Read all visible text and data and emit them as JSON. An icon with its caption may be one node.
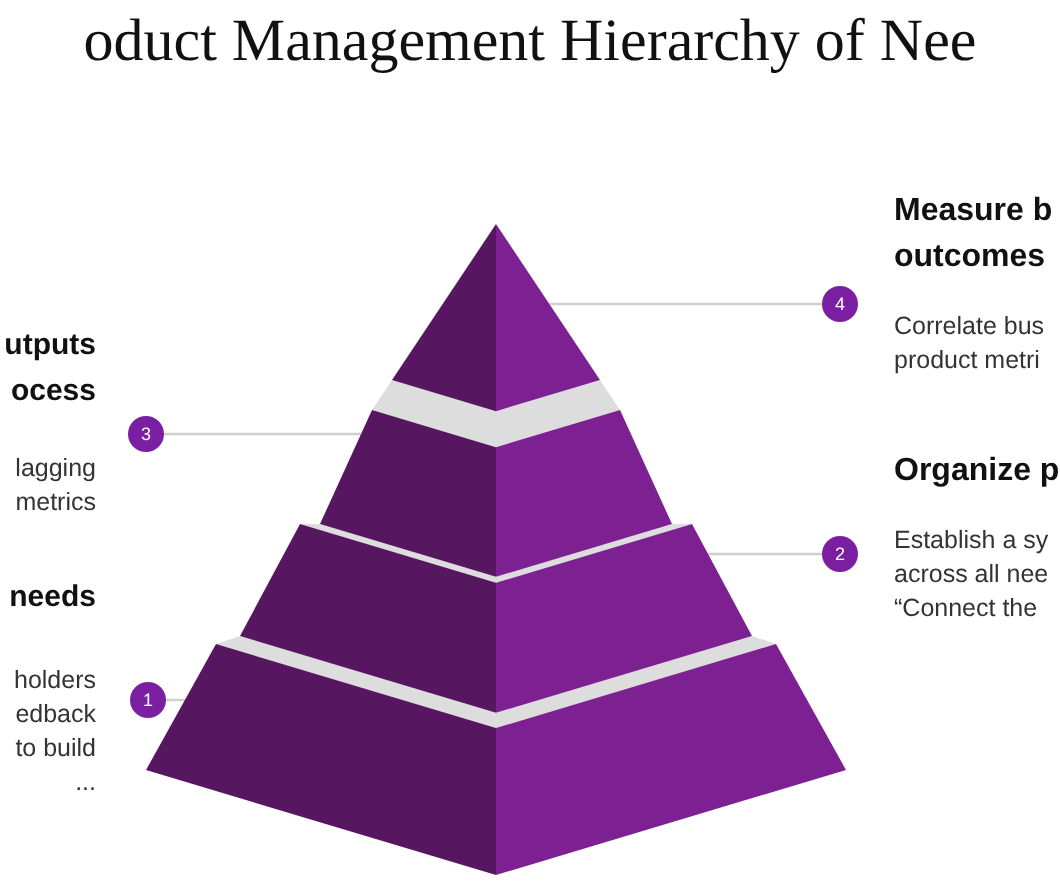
{
  "diagram": {
    "title": "oduct Management Hierarchy of Nee",
    "nodes": [
      {
        "text": [],
        "shape": "triangle"
      },
      {
        "text": [],
        "shape": "trapezoid"
      },
      {
        "text": [],
        "shape": "trapezoid"
      },
      {
        "text": [],
        "shape": "trapezoid"
      },
      {
        "text": [
          "4"
        ]
      },
      {
        "text": [
          "3"
        ]
      },
      {
        "text": [
          "2"
        ]
      },
      {
        "text": [
          "1"
        ]
      }
    ],
    "edges": [
      {
        "from": 4,
        "to": 0,
        "arrow": "none"
      },
      {
        "from": 5,
        "to": 1,
        "arrow": "none"
      },
      {
        "from": 6,
        "to": 2,
        "arrow": "none"
      },
      {
        "from": 7,
        "to": 3,
        "arrow": "none"
      }
    ],
    "labels": [
      "Measure b outcomes",
      "utputs ocess",
      "Correlate bus product metri",
      "lagging metrics",
      "Organize p",
      "Establish a sy across all nee “Connect the",
      "needs",
      "holders edback to build ..."
    ]
  }
}
